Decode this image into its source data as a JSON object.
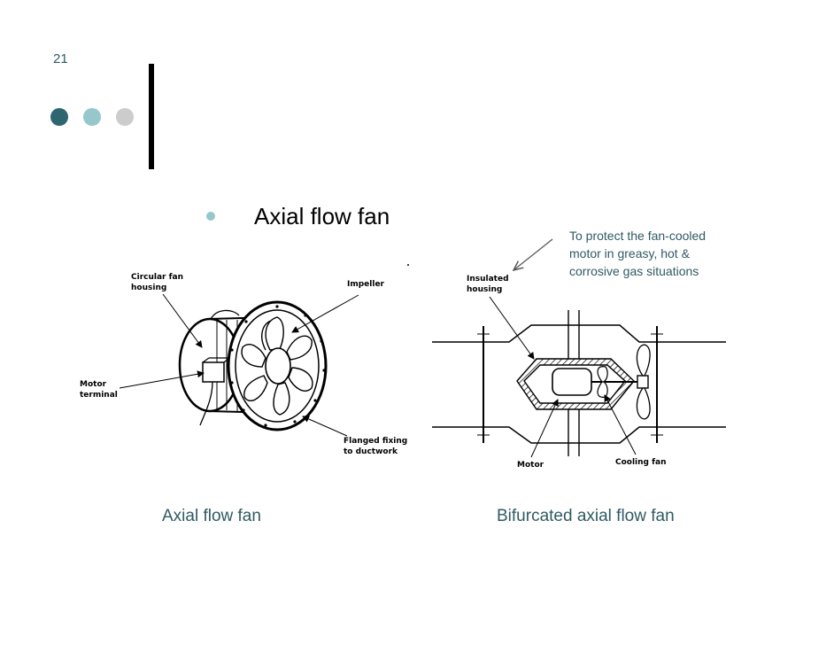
{
  "slide": {
    "page_number": "21",
    "title": "Axial flow fan",
    "note": [
      "To protect the fan-cooled",
      "motor in greasy, hot &",
      "corrosive gas situations"
    ],
    "decor_dot_colors": [
      "#2e6670",
      "#95c7cb",
      "#cccccc"
    ],
    "text_color": "#2f5a63"
  },
  "left_figure": {
    "caption": "Axial flow fan",
    "labels": {
      "housing": [
        "Circular fan",
        "housing"
      ],
      "impeller": "Impeller",
      "motor_terminal": [
        "Motor",
        "terminal"
      ],
      "flanged": [
        "Flanged fixing",
        "to ductwork"
      ]
    }
  },
  "right_figure": {
    "caption": "Bifurcated axial flow fan",
    "labels": {
      "insulated": [
        "Insulated",
        "housing"
      ],
      "motor": "Motor",
      "cooling_fan": "Cooling fan"
    }
  }
}
